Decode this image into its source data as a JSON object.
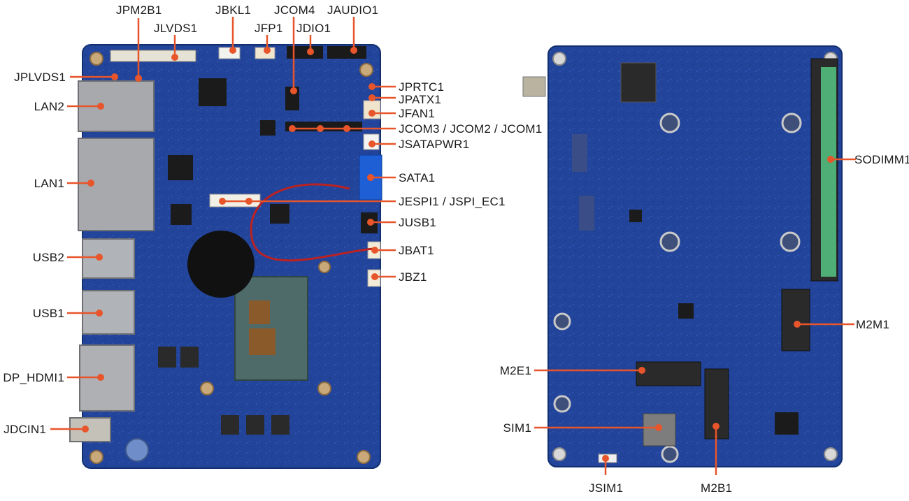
{
  "theme": {
    "accent": "#e8552a",
    "board": "#1f3f8f",
    "board_dark": "#14306e",
    "text": "#1a1a1a"
  },
  "front_view": {
    "labels": {
      "jpm2b1": "JPM2B1",
      "jlvds1": "JLVDS1",
      "jbkl1": "JBKL1",
      "jfp1": "JFP1",
      "jcom4": "JCOM4",
      "jdio1": "JDIO1",
      "jaudio1": "JAUDIO1",
      "jplvds1": "JPLVDS1",
      "lan2": "LAN2",
      "lan1": "LAN1",
      "usb2": "USB2",
      "usb1": "USB1",
      "dp_hdmi1": "DP_HDMI1",
      "jdcin1": "JDCIN1",
      "jprtc1": "JPRTC1",
      "jpatx1": "JPATX1",
      "jfan1": "JFAN1",
      "jcom3_2_1": "JCOM3 / JCOM2 / JCOM1",
      "jsatapwr1": "JSATAPWR1",
      "sata1": "SATA1",
      "jespi1_jspi_ec1": "JESPI1 / JSPI_EC1",
      "jusb1": "JUSB1",
      "jbat1": "JBAT1",
      "jbz1": "JBZ1"
    }
  },
  "back_view": {
    "labels": {
      "sodimm1": "SODIMM1",
      "m2m1": "M2M1",
      "m2e1": "M2E1",
      "sim1": "SIM1",
      "jsim1": "JSIM1",
      "m2b1": "M2B1"
    }
  }
}
